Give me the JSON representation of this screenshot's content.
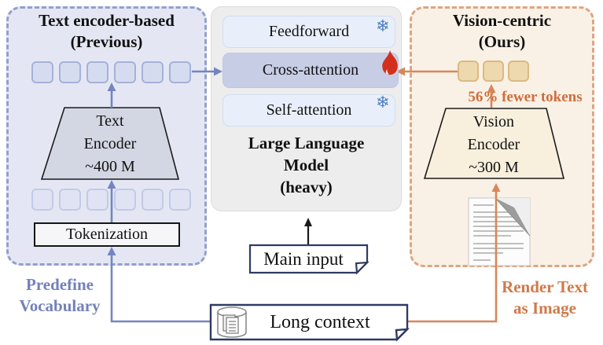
{
  "figure": {
    "left_panel": {
      "title_line1": "Text encoder-based",
      "title_line2": "(Previous)",
      "token_row_top_count": 6,
      "token_row_bottom_count": 6,
      "encoder_line1": "Text",
      "encoder_line2": "Encoder",
      "encoder_line3": "~400 M",
      "tokenization_label": "Tokenization",
      "caption_line1": "Predefine",
      "caption_line2": "Vocabulary"
    },
    "center_panel": {
      "layer_feedforward": "Feedforward",
      "layer_cross_attention": "Cross-attention",
      "layer_self_attention": "Self-attention",
      "model_line1": "Large Language",
      "model_line2": "Model",
      "model_line3": "(heavy)",
      "main_input_label": "Main input"
    },
    "right_panel": {
      "title_line1": "Vision-centric",
      "title_line2": "(Ours)",
      "token_count": 3,
      "token_note": "56% fewer tokens",
      "encoder_line1": "Vision",
      "encoder_line2": "Encoder",
      "encoder_line3": "~300 M",
      "caption_line1": "Render Text",
      "caption_line2": "as Image"
    },
    "bottom": {
      "long_context_label": "Long context"
    },
    "glyphs": {
      "snowflake": "❄"
    },
    "icons": {
      "frozen_layers": "snowflake-icon",
      "trainable_layer": "flame-icon",
      "long_context": "database-docs-icon",
      "rendered_text": "document-thumbnail"
    },
    "colors": {
      "left_accent": "#7381b9",
      "left_panel_bg": "#e4e7f3",
      "left_panel_border": "#93a0cc",
      "left_arrow": "#7585c1",
      "right_accent": "#cf7a4a",
      "right_panel_bg": "#faf1e6",
      "right_panel_border": "#dfa483",
      "right_arrow": "#d6885a",
      "llm_panel_bg": "#ededee",
      "frozen_layer_bg": "#e9effa",
      "trainable_layer_bg": "#c8cde6",
      "snowflake_blue": "#4e7fc1",
      "flame_red": "#d2301c",
      "note_border_navy": "#2f3b63"
    }
  }
}
